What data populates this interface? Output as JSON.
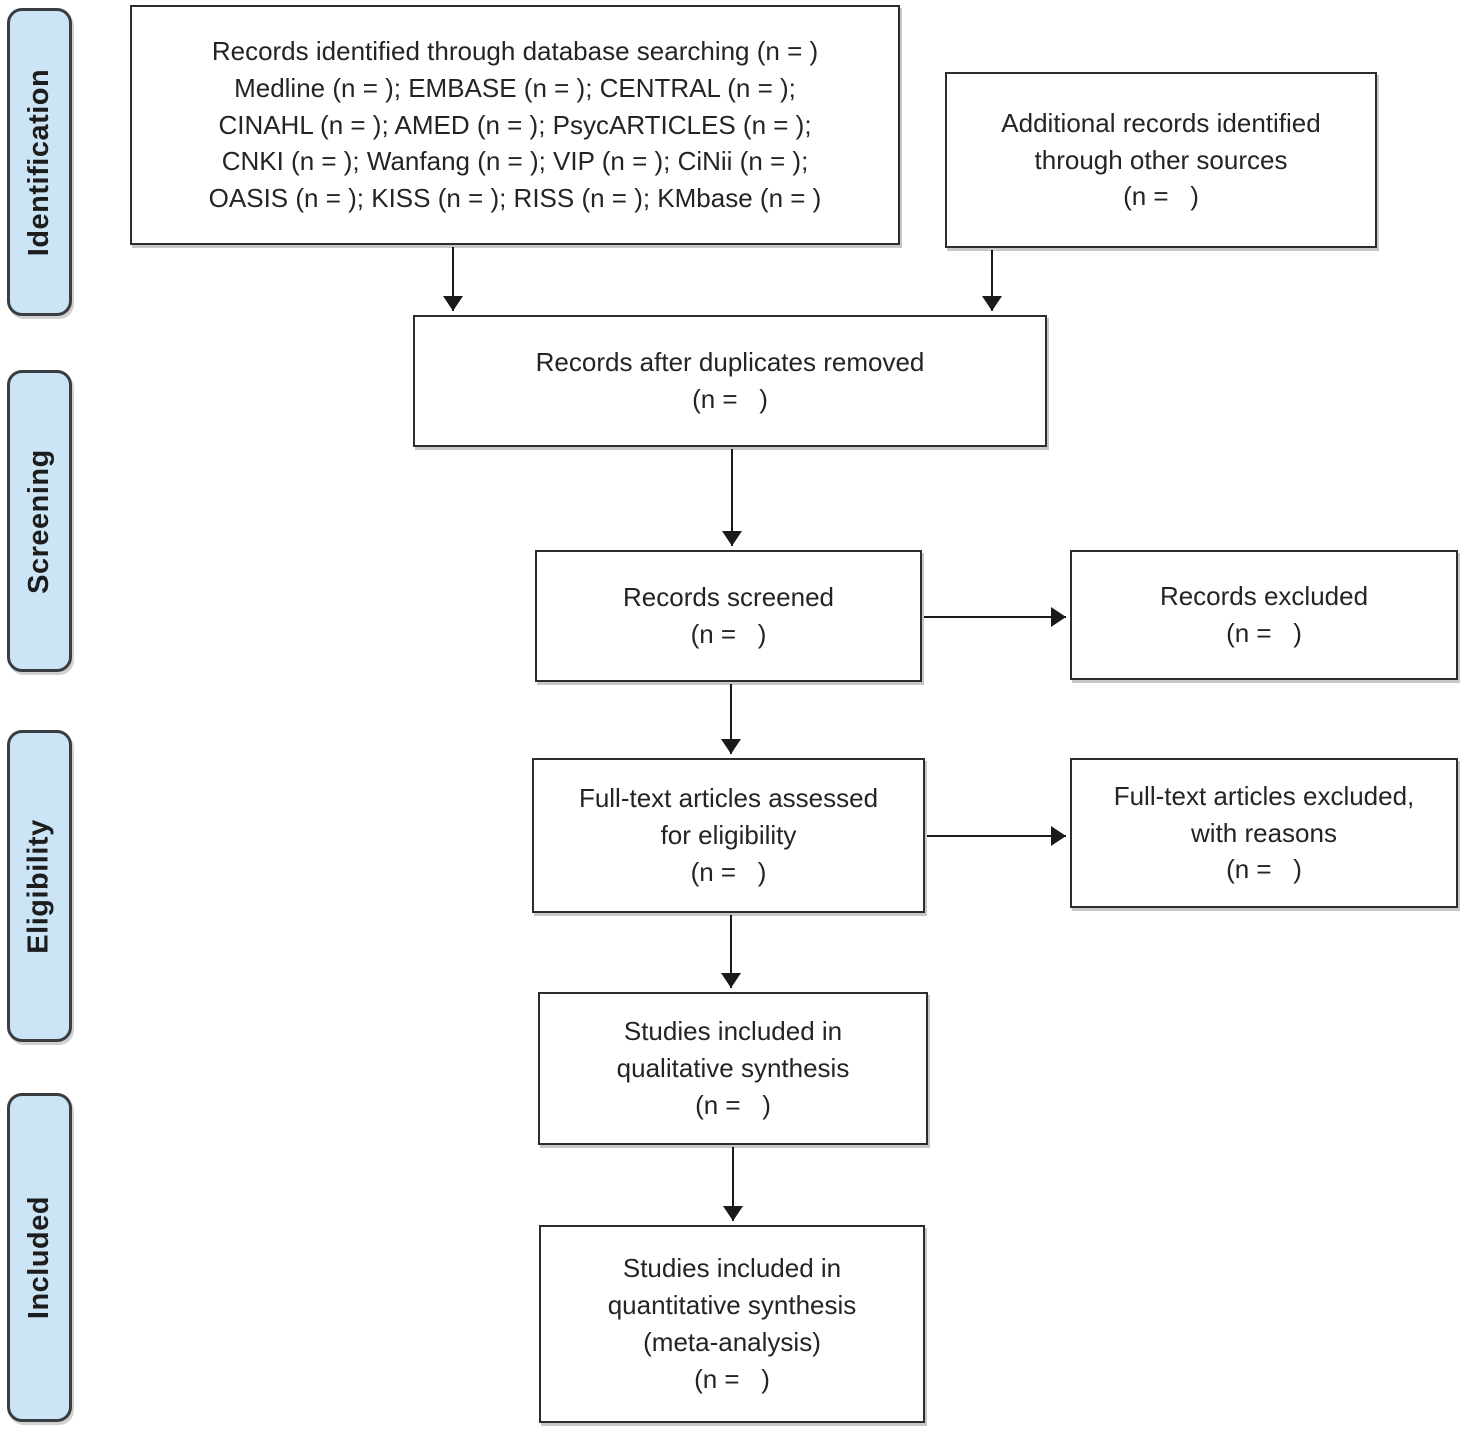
{
  "stages": [
    {
      "id": "identification",
      "label": "Identification"
    },
    {
      "id": "screening",
      "label": "Screening"
    },
    {
      "id": "eligibility",
      "label": "Eligibility"
    },
    {
      "id": "included",
      "label": "Included"
    }
  ],
  "boxes": {
    "identified": {
      "text": "Records identified through database searching (n = )\nMedline (n = ); EMBASE (n = ); CENTRAL (n = );\nCINAHL (n = ); AMED (n = ); PsycARTICLES (n = );\nCNKI (n = ); Wanfang (n = ); VIP (n = ); CiNii (n = );\nOASIS (n = ); KISS (n = ); RISS (n = ); KMbase (n = )"
    },
    "additional": {
      "text": "Additional records identified\nthrough other sources\n(n =   )"
    },
    "duplicates_removed": {
      "text": "Records after duplicates removed\n(n =   )"
    },
    "screened": {
      "text": "Records screened\n(n =   )"
    },
    "excluded": {
      "text": "Records excluded\n(n =   )"
    },
    "fulltext_assessed": {
      "text": "Full-text articles assessed\nfor eligibility\n(n =   )"
    },
    "fulltext_excluded": {
      "text": "Full-text articles excluded,\nwith reasons\n(n =   )"
    },
    "qualitative": {
      "text": "Studies included in\nqualitative synthesis\n(n =   )"
    },
    "quantitative": {
      "text": "Studies included in\nquantitative synthesis\n(meta-analysis)\n(n =   )"
    }
  },
  "colors": {
    "stage_fill": "#cbe5f6",
    "stage_border": "#383d42",
    "box_border": "#2d2d2d",
    "arrow": "#1a1a1a",
    "text": "#242424",
    "background": "#ffffff"
  }
}
